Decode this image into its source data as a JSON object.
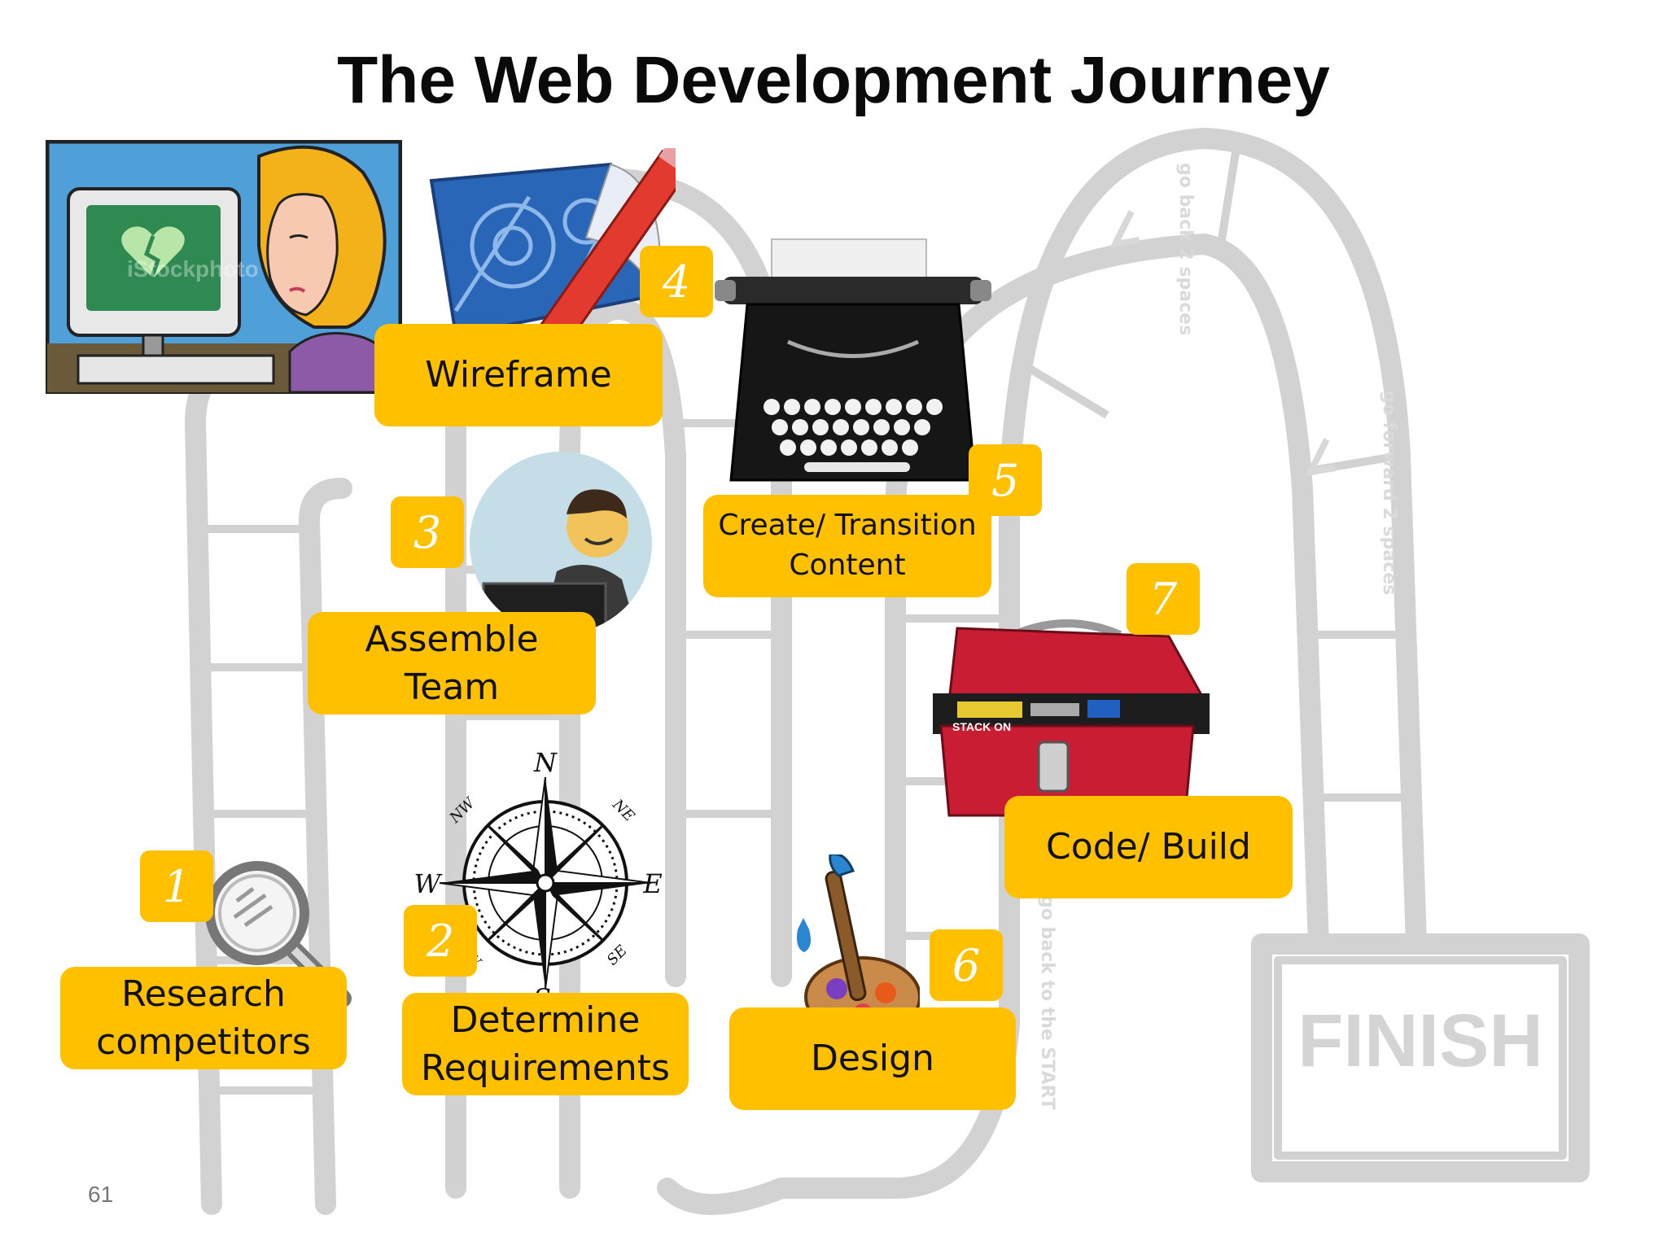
{
  "title": "The Web Development Journey",
  "slide_number": "61",
  "board": {
    "finish": "FINISH",
    "square_texts": [
      "go back 2 spaces",
      "go forward 2 spaces",
      "go back to the START"
    ]
  },
  "watermark": "iStockphoto",
  "compass": {
    "n": "N",
    "s": "S",
    "e": "E",
    "w": "W",
    "nw": "NW",
    "ne": "NE",
    "sw": "SW",
    "se": "SE"
  },
  "toolbox_brand": "STACK ON",
  "steps": [
    {
      "number": "1",
      "label_lines": [
        "Research",
        "competitors"
      ]
    },
    {
      "number": "2",
      "label_lines": [
        "Determine",
        "Requirements"
      ]
    },
    {
      "number": "3",
      "label_lines": [
        "Assemble",
        "Team"
      ]
    },
    {
      "number": "4",
      "label_lines": [
        "Wireframe"
      ]
    },
    {
      "number": "5",
      "label_lines": [
        "Create/ Transition",
        "Content"
      ]
    },
    {
      "number": "6",
      "label_lines": [
        "Design"
      ]
    },
    {
      "number": "7",
      "label_lines": [
        "Code/ Build"
      ]
    }
  ],
  "colors": {
    "label_fill": "#ffc000",
    "board_line": "#cfcfcf",
    "title": "#0a0a0a"
  }
}
